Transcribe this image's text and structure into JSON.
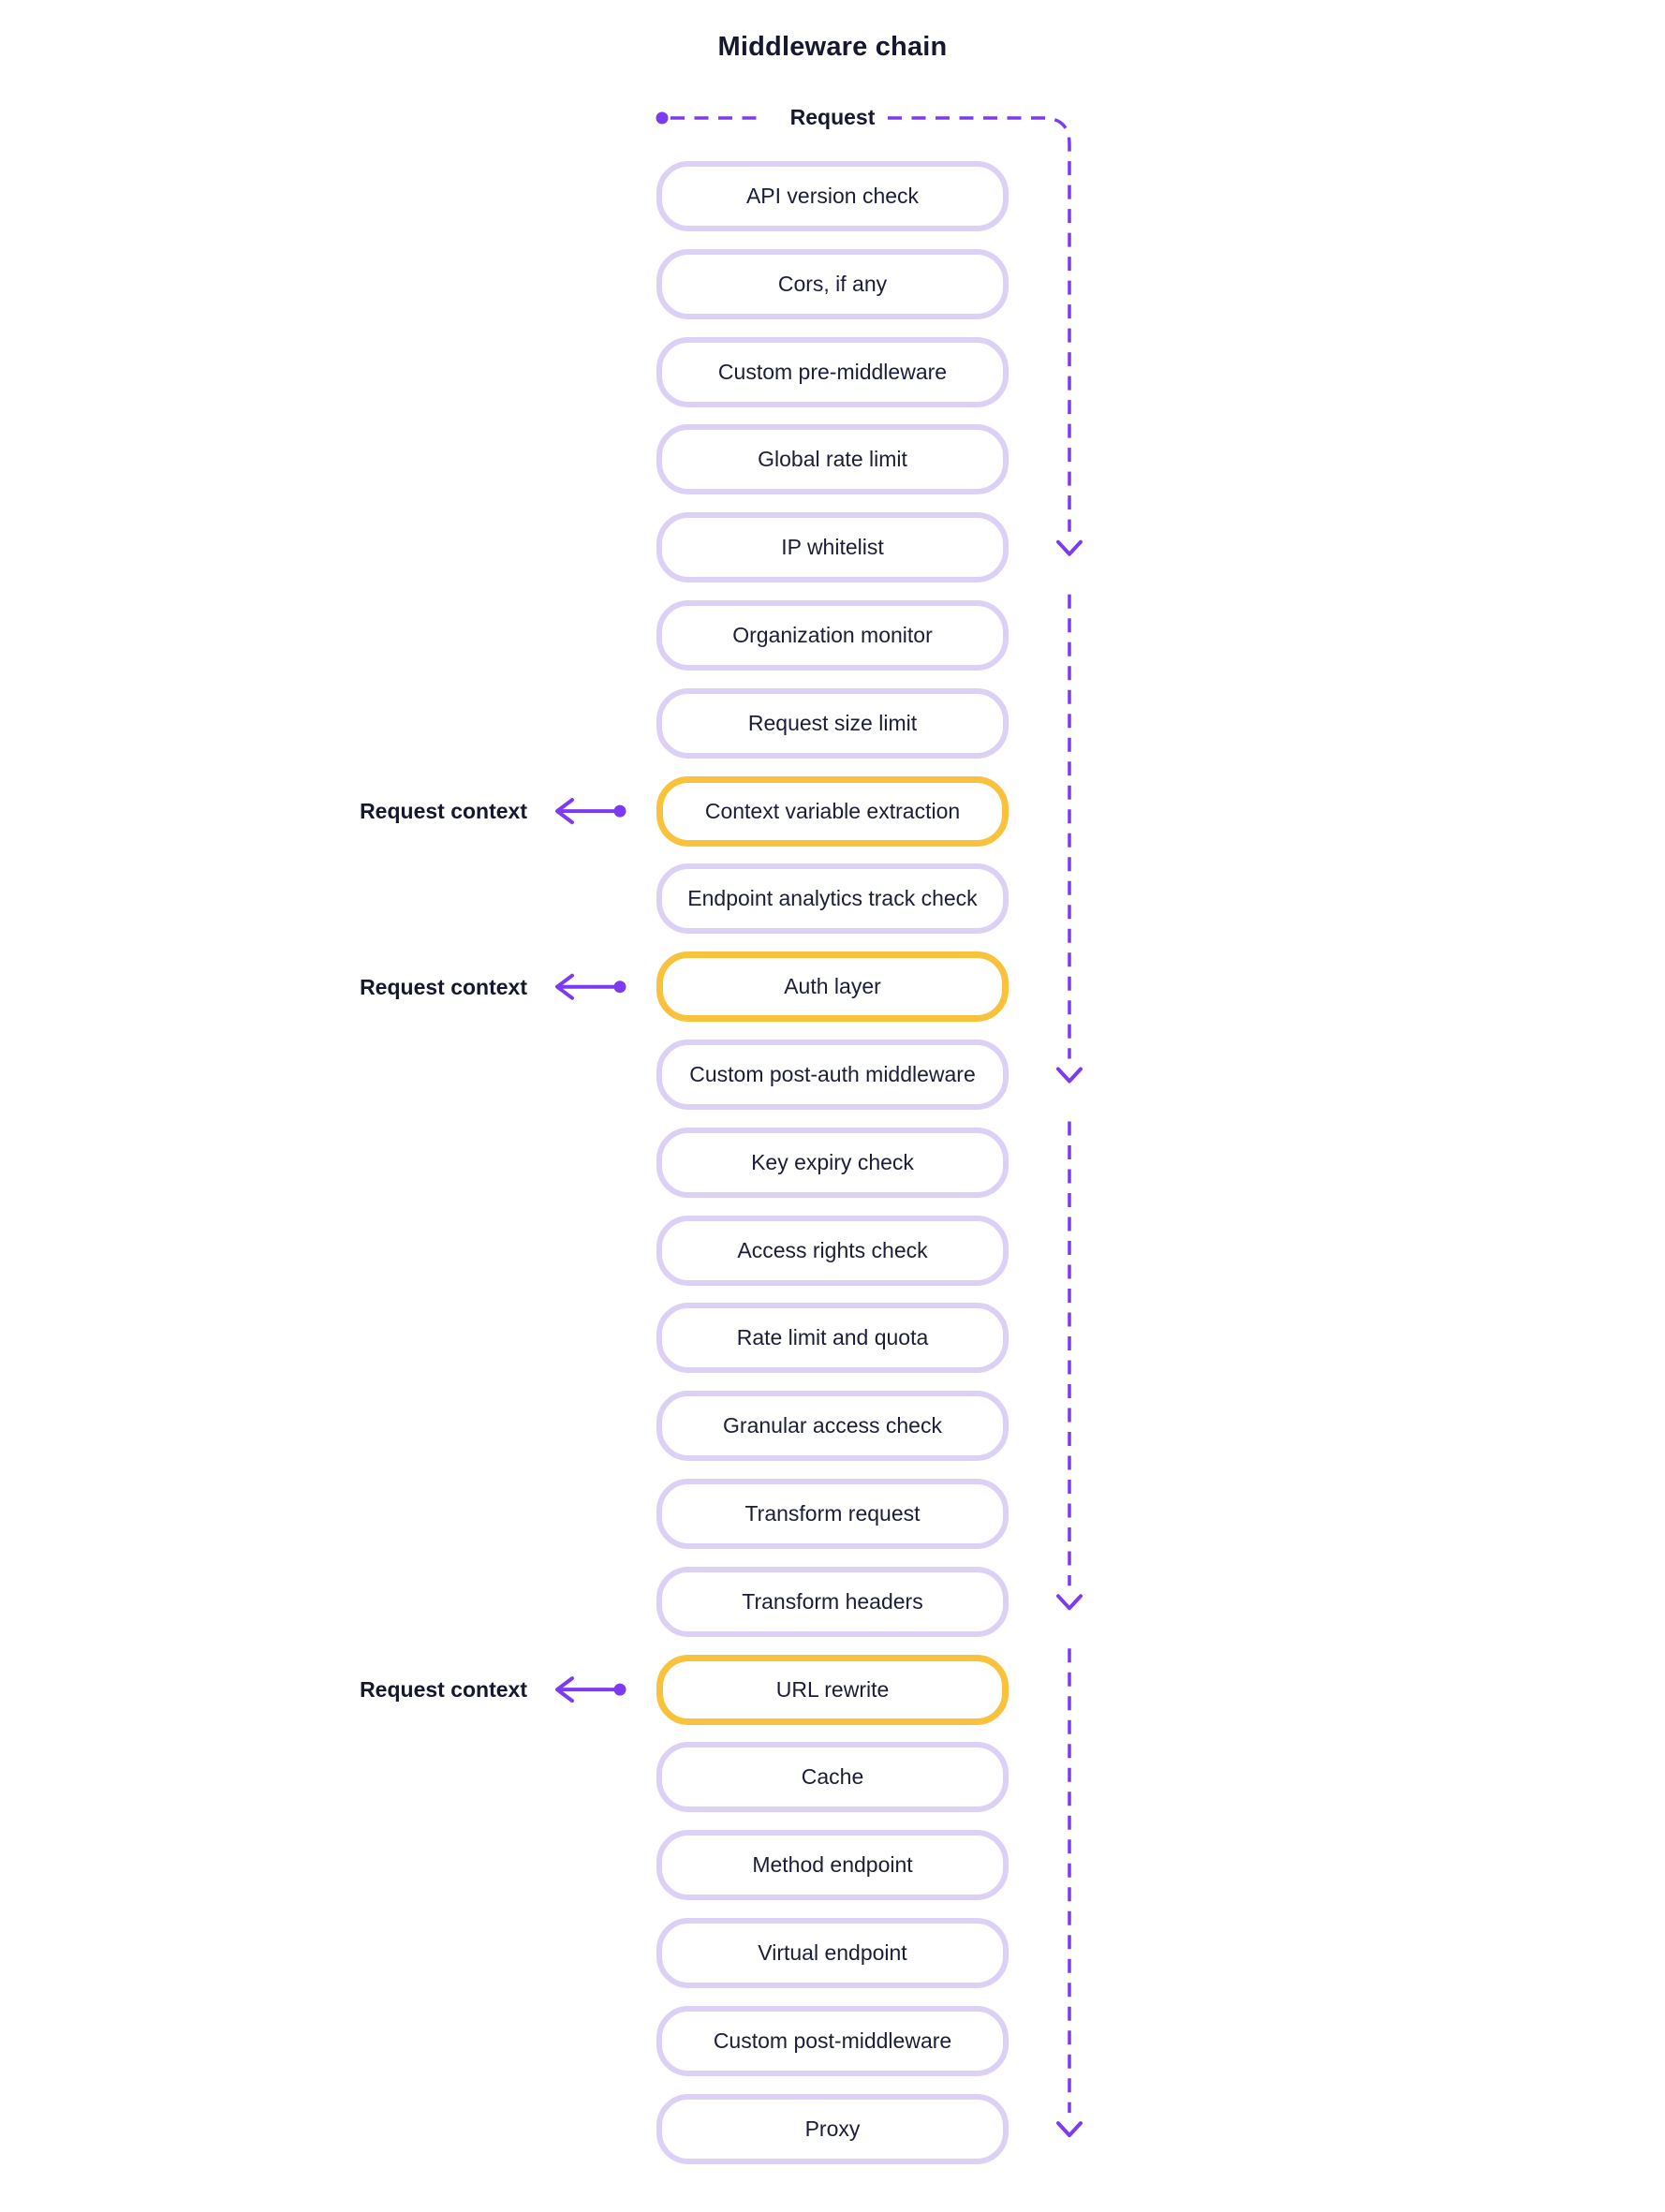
{
  "title": "Middleware chain",
  "flow": {
    "start_label": "Request",
    "annotation_label": "Request context",
    "direction": "down"
  },
  "colors": {
    "purple_line": "#7D3BEF",
    "lavender_border": "#DCD0F6",
    "yellow_border": "#F8C23C",
    "text": "#1b1e36"
  },
  "middlewares": [
    {
      "label": "API version check",
      "highlight": false
    },
    {
      "label": "Cors, if any",
      "highlight": false
    },
    {
      "label": "Custom pre-middleware",
      "highlight": false
    },
    {
      "label": "Global rate limit",
      "highlight": false
    },
    {
      "label": "IP whitelist",
      "highlight": false
    },
    {
      "label": "Organization monitor",
      "highlight": false
    },
    {
      "label": "Request size limit",
      "highlight": false
    },
    {
      "label": "Context variable extraction",
      "highlight": true
    },
    {
      "label": "Endpoint analytics track check",
      "highlight": false
    },
    {
      "label": "Auth layer",
      "highlight": true
    },
    {
      "label": "Custom post-auth middleware",
      "highlight": false
    },
    {
      "label": "Key expiry check",
      "highlight": false
    },
    {
      "label": "Access rights check",
      "highlight": false
    },
    {
      "label": "Rate limit and quota",
      "highlight": false
    },
    {
      "label": "Granular access check",
      "highlight": false
    },
    {
      "label": "Transform request",
      "highlight": false
    },
    {
      "label": "Transform headers",
      "highlight": false
    },
    {
      "label": "URL rewrite",
      "highlight": true
    },
    {
      "label": "Cache",
      "highlight": false
    },
    {
      "label": "Method endpoint",
      "highlight": false
    },
    {
      "label": "Virtual endpoint",
      "highlight": false
    },
    {
      "label": "Custom post-middleware",
      "highlight": false
    },
    {
      "label": "Proxy",
      "highlight": false
    }
  ],
  "annotated_boxes": [
    "Context variable extraction",
    "Auth layer",
    "URL rewrite"
  ],
  "flow_checkpoints": [
    "IP whitelist",
    "Custom post-auth middleware",
    "Transform headers",
    "Proxy"
  ]
}
